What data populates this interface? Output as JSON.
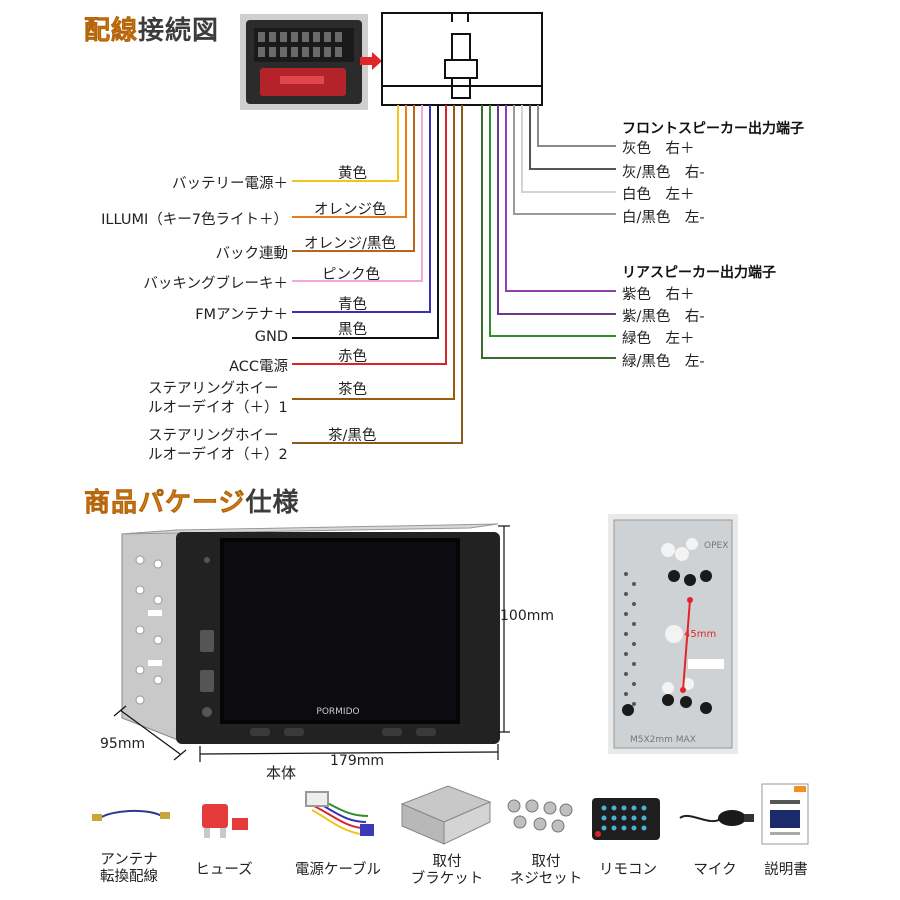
{
  "wiring": {
    "title_highlight": "配線",
    "title_rest": "接続図",
    "left_rows": [
      {
        "label": "バッテリー電源＋",
        "color_name": "黄色",
        "color": "#f2c51a"
      },
      {
        "label": "ILLUMI（キー7色ライト＋）",
        "color_name": "オレンジ色",
        "color": "#e87c1c"
      },
      {
        "label": "バック連動",
        "color_name": "オレンジ/黒色",
        "color": "#b5651d"
      },
      {
        "label": "バッキングブレーキ＋",
        "color_name": "ピンク色",
        "color": "#f3a8d6"
      },
      {
        "label": "FMアンテナ＋",
        "color_name": "青色",
        "color": "#3a2fb8"
      },
      {
        "label": "GND",
        "color_name": "黒色",
        "color": "#111111"
      },
      {
        "label": "ACC電源",
        "color_name": "赤色",
        "color": "#d8242a"
      },
      {
        "label_line1": "ステアリングホイー",
        "label_line2": "ルオーデイオ（＋）1",
        "color_name": "茶色",
        "color": "#9b5a12"
      },
      {
        "label_line1": "ステアリングホイー",
        "label_line2": "ルオーデイオ（＋）2",
        "color_name": "茶/黒色",
        "color": "#8a5b1e"
      }
    ],
    "front": {
      "heading": "フロントスピーカー出力端子",
      "rows": [
        {
          "label": "灰色　右＋",
          "color": "#8a8a8a"
        },
        {
          "label": "灰/黒色　右-",
          "color": "#555555"
        },
        {
          "label": "白色　左＋",
          "color": "#d4d4d4"
        },
        {
          "label": "白/黒色　左-",
          "color": "#9a9a9a"
        }
      ]
    },
    "rear": {
      "heading": "リアスピーカー出力端子",
      "rows": [
        {
          "label": "紫色　右＋",
          "color": "#8e3fb0"
        },
        {
          "label": "紫/黒色　右-",
          "color": "#6a3a8a"
        },
        {
          "label": "緑色　左＋",
          "color": "#2f8f2f"
        },
        {
          "label": "緑/黒色　左-",
          "color": "#3b6b2f"
        }
      ]
    }
  },
  "package": {
    "title_highlight": "商品パケージ",
    "title_rest": "仕様",
    "dim_height": "100mm",
    "dim_depth": "95mm",
    "dim_width": "179mm",
    "body_label": "本体",
    "brand": "PORMIDO",
    "bracket_label": "45mm",
    "bracket_top_text": "OPEX",
    "bracket_bottom_text": "M5X2mm MAX"
  },
  "accessories": [
    {
      "line1": "アンテナ",
      "line2": "転換配線"
    },
    {
      "line1": "ヒューズ",
      "line2": ""
    },
    {
      "line1": "電源ケーブル",
      "line2": ""
    },
    {
      "line1": "取付",
      "line2": "ブラケット"
    },
    {
      "line1": "取付",
      "line2": "ネジセット"
    },
    {
      "line1": "リモコン",
      "line2": ""
    },
    {
      "line1": "マイク",
      "line2": ""
    },
    {
      "line1": "説明書",
      "line2": ""
    }
  ],
  "colors": {
    "accent_orange": "#f0921c",
    "title_dark": "#3c3c3c",
    "arrow_red": "#e0262a"
  }
}
